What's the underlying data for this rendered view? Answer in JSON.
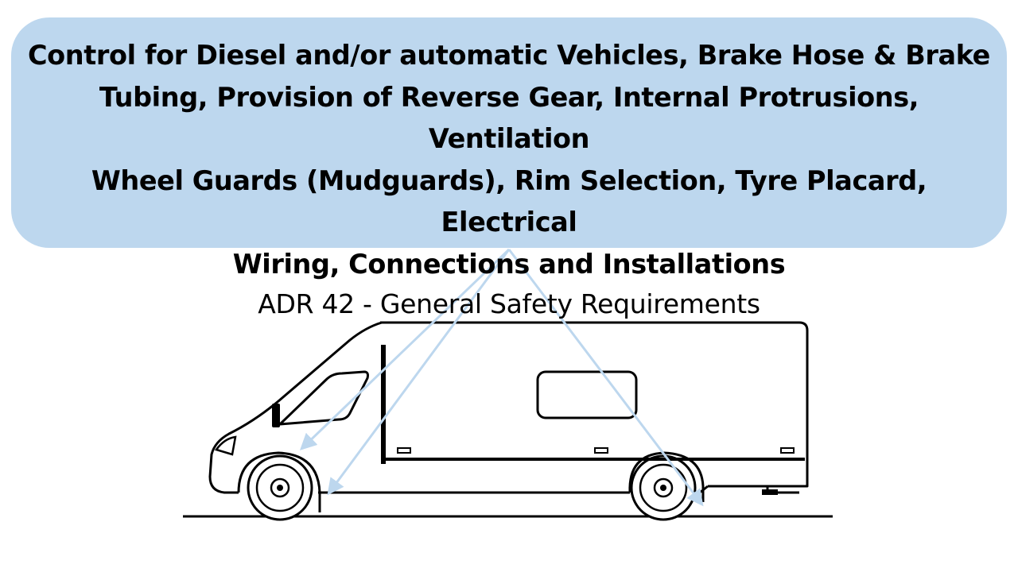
{
  "callout": {
    "title_lines": [
      "Control for Diesel and/or automatic Vehicles, Brake Hose & Brake",
      "Tubing, Provision of Reverse Gear, Internal Protrusions, Ventilation",
      "Wheel Guards (Mudguards), Rim Selection, Tyre Placard, Electrical",
      "Wiring, Connections and Installations"
    ],
    "subtitle": "ADR 42 - General Safety Requirements"
  },
  "colors": {
    "callout_fill": "#bdd7ee",
    "pointer_line": "#bdd7ee",
    "vehicle_outline": "#000000"
  },
  "illustration": {
    "subject": "motorhome-van-side-view",
    "pointers": [
      "front-wheel-arch",
      "front-wheel-rear",
      "rear-wheel-arch"
    ]
  }
}
